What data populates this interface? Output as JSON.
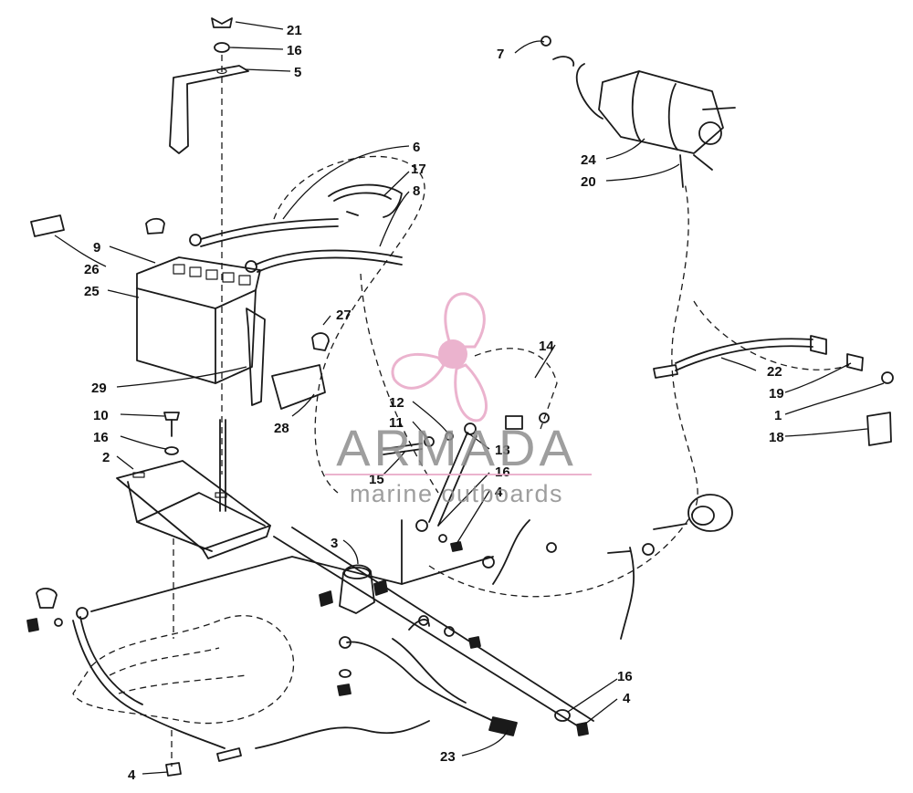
{
  "watermark": {
    "brand": "ARMADA",
    "tagline": "marine outboards",
    "color": "#e8a6c6",
    "text_color": "#8e8e8e"
  },
  "labels": {
    "l21": "21",
    "l16a": "16",
    "l5": "5",
    "l7": "7",
    "l6": "6",
    "l17": "17",
    "l8": "8",
    "l24": "24",
    "l20": "20",
    "l9": "9",
    "l26": "26",
    "l25": "25",
    "l27": "27",
    "l14": "14",
    "l22": "22",
    "l19": "19",
    "l1": "1",
    "l18": "18",
    "l29": "29",
    "l28": "28",
    "l12": "12",
    "l11": "11",
    "l13": "13",
    "l16b": "16",
    "l15": "15",
    "l4a": "4",
    "l10": "10",
    "l16c": "16",
    "l2": "2",
    "l3": "3",
    "l16d": "16",
    "l4b": "4",
    "l23": "23",
    "l4c": "4"
  }
}
